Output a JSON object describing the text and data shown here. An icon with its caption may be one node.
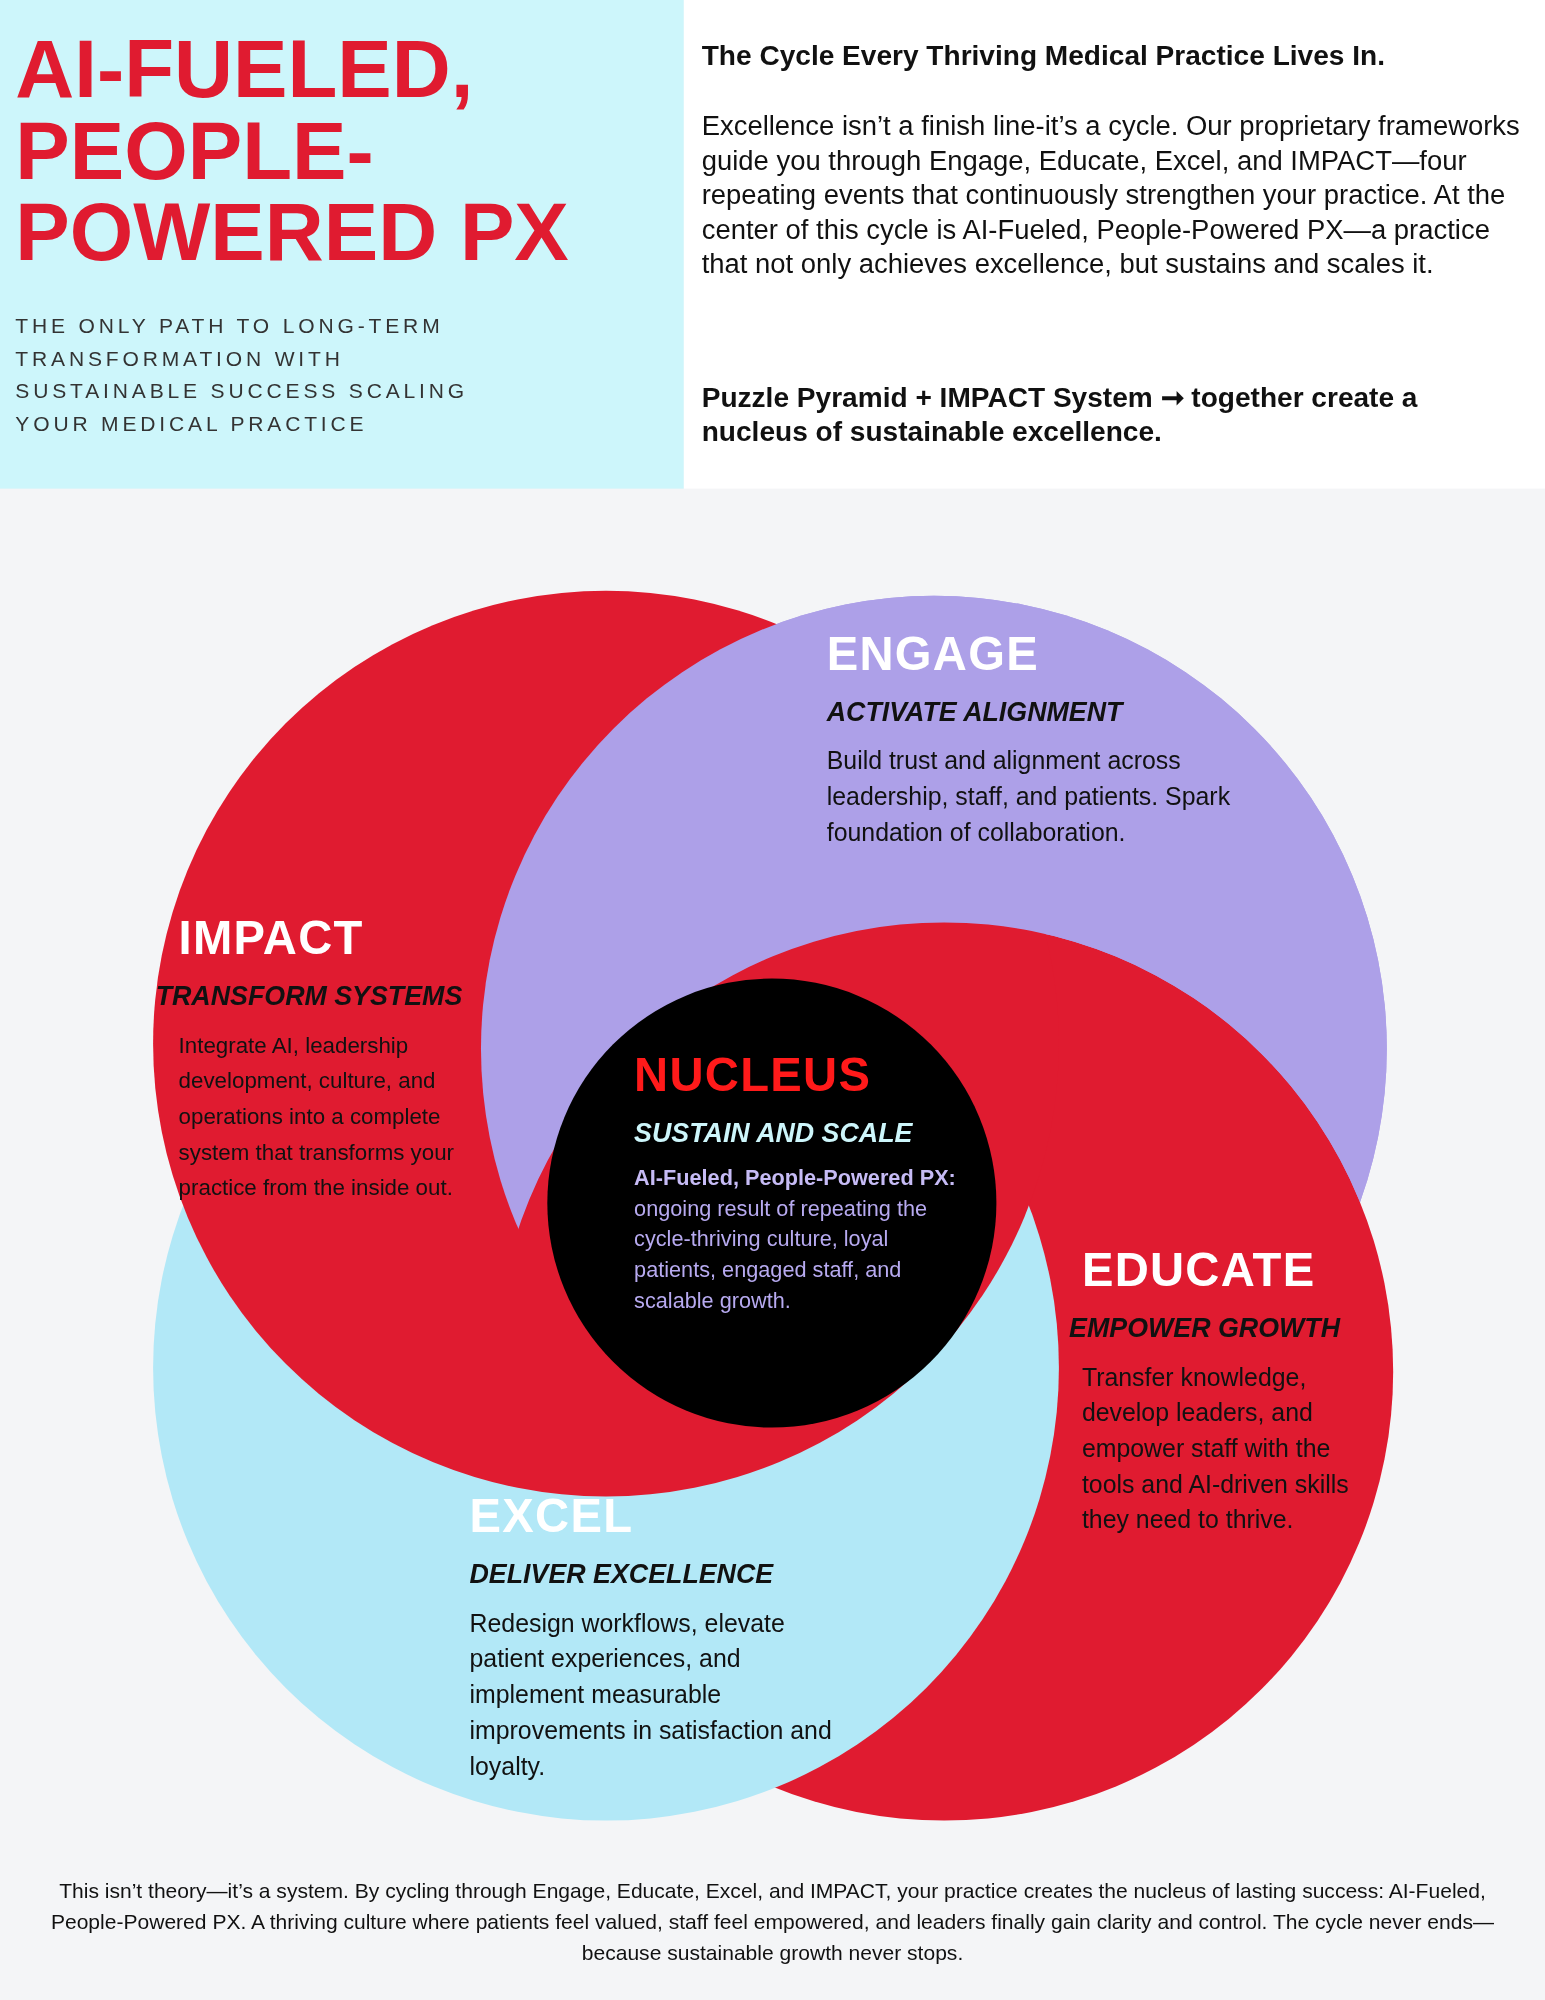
{
  "diagram": {
    "title": "AI-FUELED, PEOPLE-POWERED PX",
    "nodes": [
      {
        "text": [
          "ENGAGE",
          "ACTIVATE ALIGNMENT",
          "Build trust and alignment across leadership, staff, and patients. Spark foundation of collaboration."
        ]
      },
      {
        "text": [
          "IMPACT",
          "TRANSFORM SYSTEMS",
          "Integrate AI, leadership development, culture, and operations into a complete system that transforms your practice from the inside out."
        ]
      },
      {
        "text": [
          "NUCLEUS",
          "SUSTAIN AND SCALE",
          "**AI-Fueled, People-Powered PX:** ongoing result of repeating the cycle-thriving culture, loyal patients, engaged staff, and scalable growth."
        ]
      },
      {
        "text": [
          "EDUCATE",
          "EMPOWER GROWTH",
          "Transfer knowledge, develop leaders, and empower staff with the tools and AI-driven skills they need to thrive."
        ]
      },
      {
        "text": [
          "EXCEL",
          "DELIVER EXCELLENCE",
          "Redesign workflows, elevate patient experiences, and implement measurable improvements in satisfaction and loyalty."
        ]
      }
    ],
    "labels": [
      "THE ONLY PATH TO LONG-TERM TRANSFORMATION WITH SUSTAINABLE SUCCESS SCALING YOUR MEDICAL PRACTICE",
      "The Cycle Every Thriving Medical Practice Lives In.",
      "Excellence isn’t a finish line-it’s a cycle. Our proprietary frameworks guide you through Engage, Educate, Excel, and IMPACT—four repeating events that continuously strengthen your practice. At the center of this cycle is AI-Fueled, People-Powered PX—a practice that not only achieves excellence, but sustains and scales it.",
      "Puzzle Pyramid + IMPACT System ➞ together create a nucleus of sustainable excellence."
    ],
    "caption": "This isn’t theory—it’s a system. By cycling through Engage, Educate, Excel, and IMPACT, your practice creates the nucleus of lasting success: AI-Fueled, People-Powered PX. A thriving culture where patients feel valued, staff feel empowered, and leaders finally gain clarity and control. The cycle never ends—because sustainable growth never stops."
  }
}
